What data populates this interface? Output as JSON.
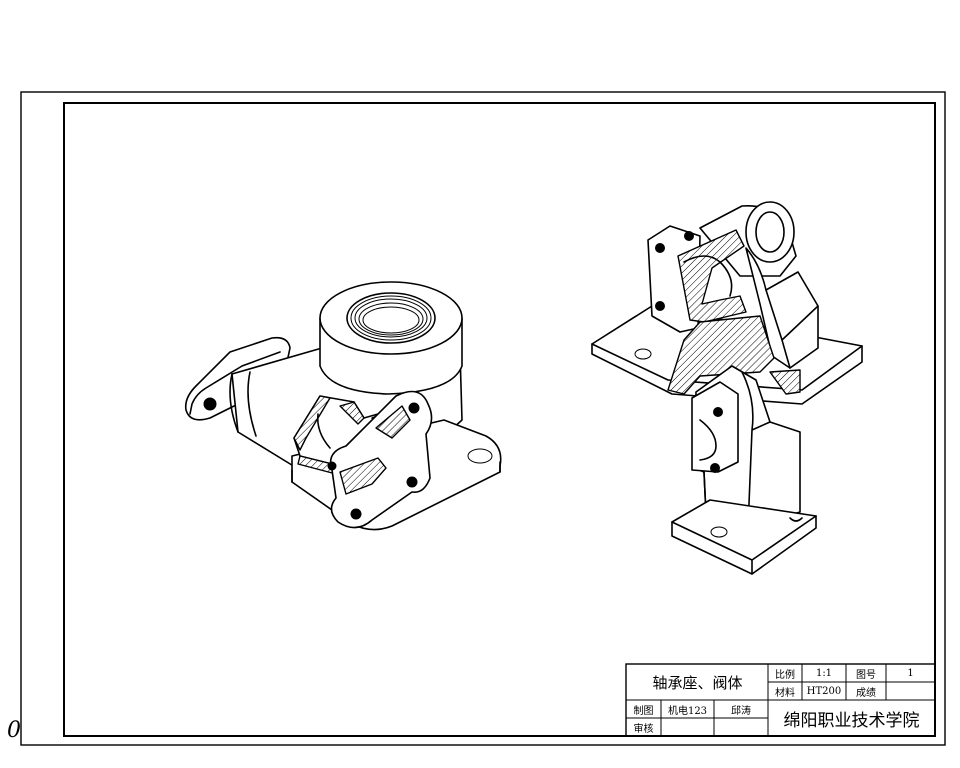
{
  "title_block": {
    "part_name": "轴承座、阀体",
    "scale_label": "比例",
    "scale_value": "1:1",
    "drawing_no_label": "图号",
    "drawing_no_value": "1",
    "material_label": "材料",
    "material_value": "HT200",
    "grade_label": "成绩",
    "grade_value": "",
    "drawn_label": "制图",
    "class_name": "机电123",
    "drafter": "邱涛",
    "checked_label": "审核",
    "institution": "绵阳职业技术学院"
  },
  "corner_mark": "0"
}
